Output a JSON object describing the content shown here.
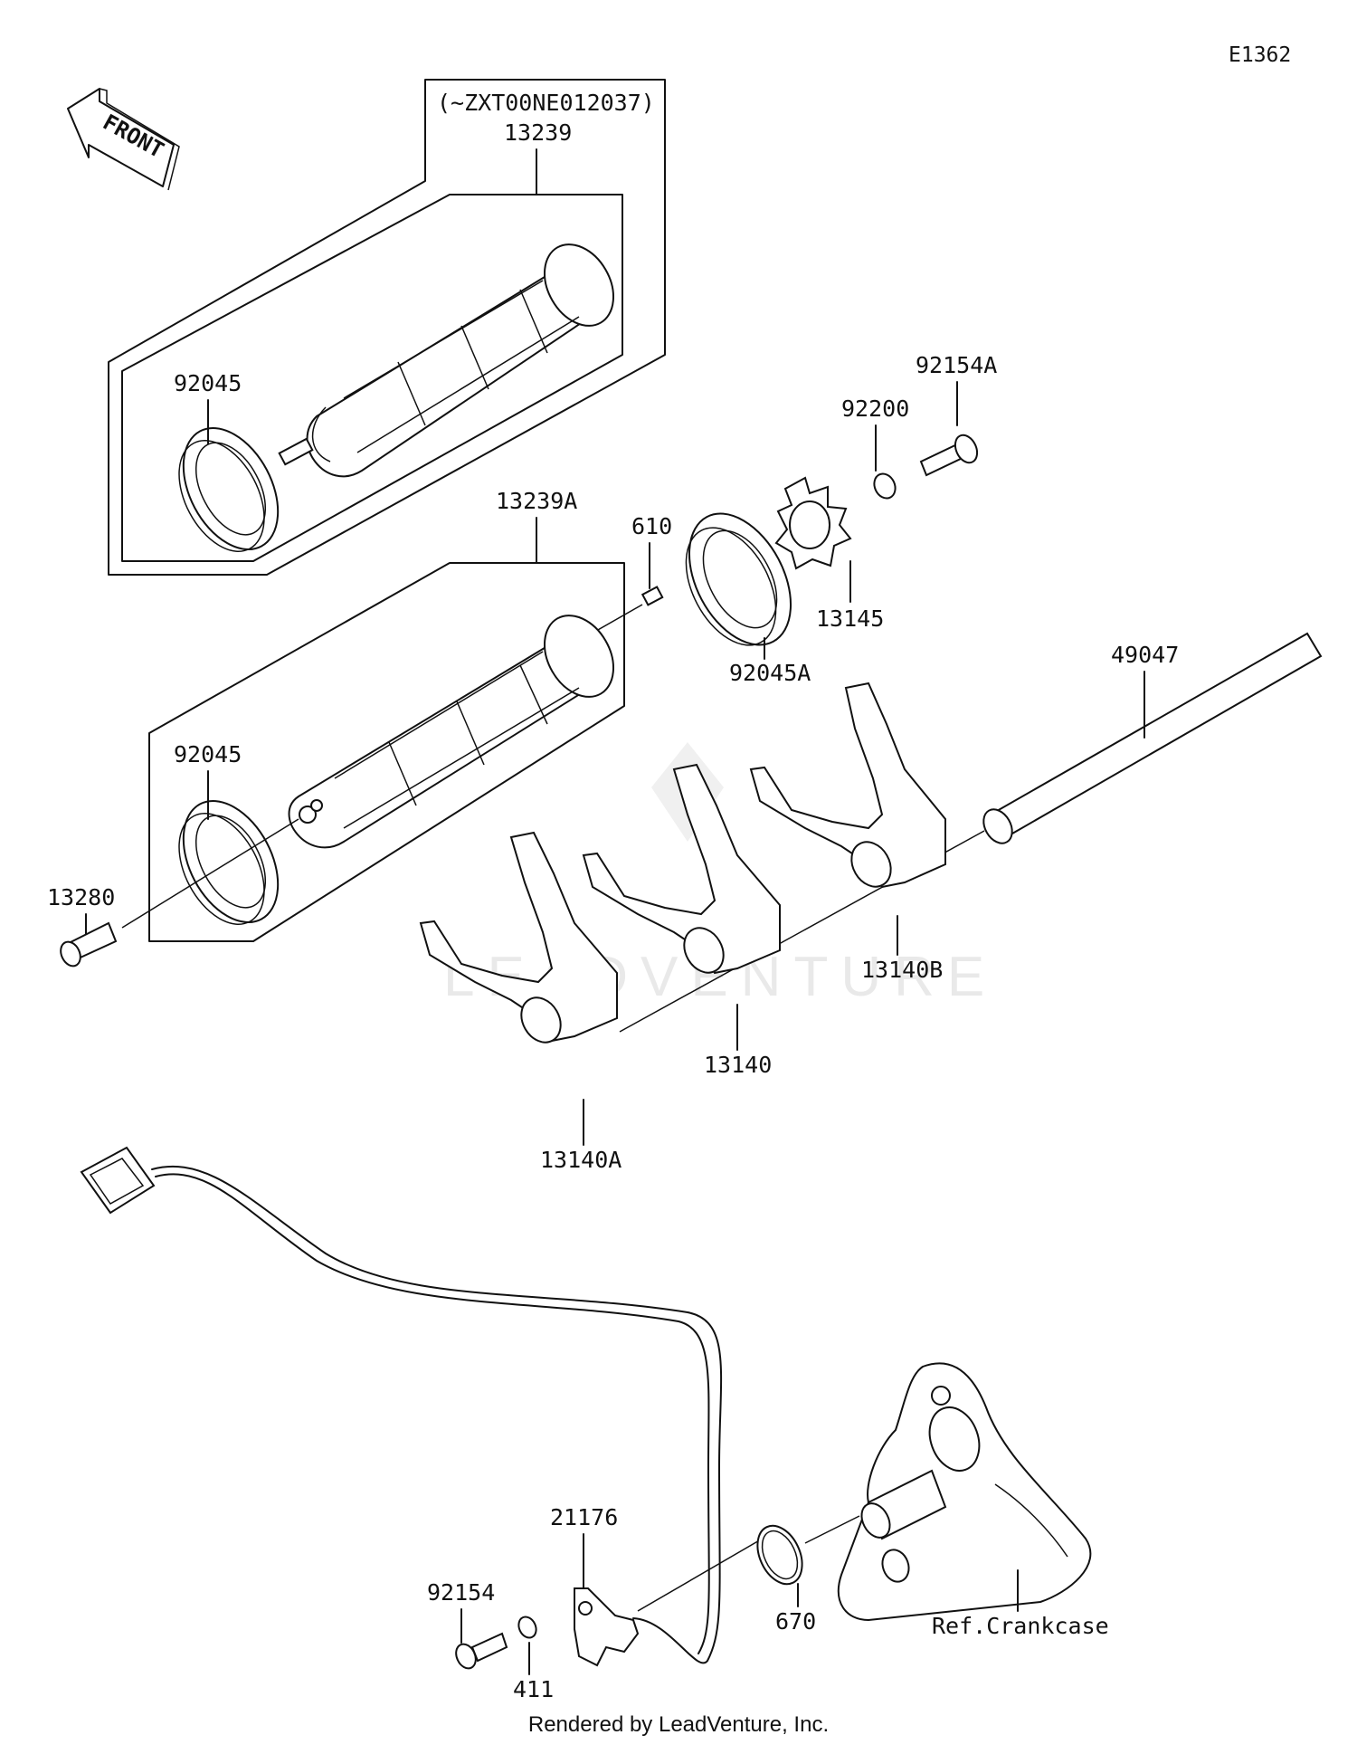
{
  "diagram_id": "E1362",
  "front_label": "FRONT",
  "serial_note": "(~ZXT00NE012037)",
  "parts": {
    "p13239": "13239",
    "p92045_top": "92045",
    "p13239A": "13239A",
    "p610": "610",
    "p92045_mid": "92045",
    "p13280": "13280",
    "p92045A": "92045A",
    "p13145": "13145",
    "p92200": "92200",
    "p92154A": "92154A",
    "p49047": "49047",
    "p13140B": "13140B",
    "p13140": "13140",
    "p13140A": "13140A",
    "p21176": "21176",
    "p92154": "92154",
    "p411": "411",
    "p670": "670",
    "ref_crankcase": "Ref.Crankcase"
  },
  "watermark": "LEADVENTURE",
  "footer": "Rendered by LeadVenture, Inc."
}
